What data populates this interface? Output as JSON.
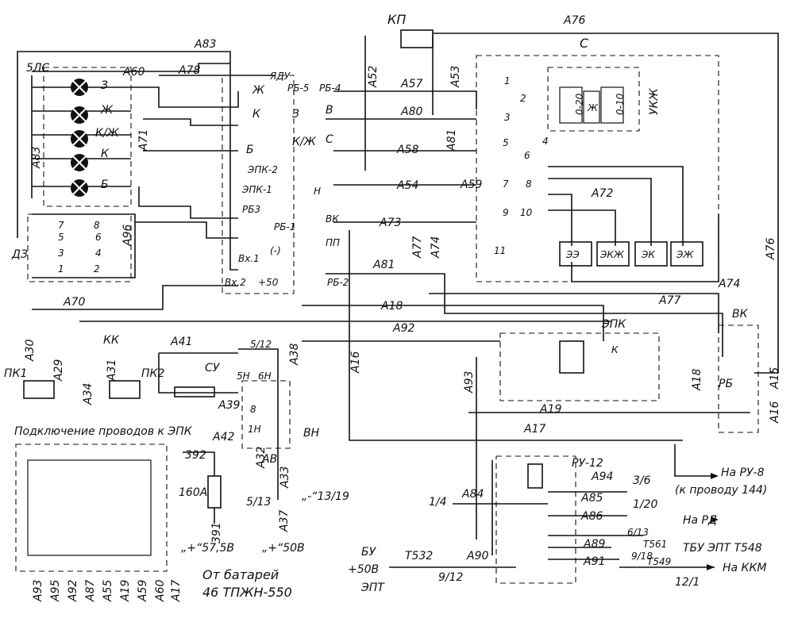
{
  "wires": {
    "A83_top": "A83",
    "A83_left": "A83",
    "A76_top": "A76",
    "A76_right": "A76",
    "A60": "A60",
    "A78": "A78",
    "A71": "A71",
    "A96": "A96",
    "A70": "A70",
    "A52": "A52",
    "A53": "A53",
    "A57": "A57",
    "A80": "A80",
    "A58": "A58",
    "A81_top": "A81",
    "A54": "A54",
    "A59": "A59",
    "A72": "A72",
    "A73": "A73",
    "A77_mid": "A77",
    "A74_mid": "A74",
    "A81_mid": "A81",
    "A74_right": "A74",
    "A77_right": "A77",
    "A18_left": "A18",
    "A92": "A92",
    "A16_left": "A16",
    "A41": "A41",
    "A39": "A39",
    "A30": "A30",
    "A29": "A29",
    "A31": "A31",
    "A34": "A34",
    "A93": "A93",
    "A19": "A19",
    "A17": "A17",
    "A18_right": "A18",
    "A15": "A15",
    "A16_right": "A16",
    "A42": "A42",
    "A32": "A32",
    "A33": "A33",
    "A37": "A37",
    "A38": "A38",
    "A84": "A84",
    "A85": "A85",
    "A86": "A86",
    "A89": "A89",
    "A91": "A91",
    "A90": "A90",
    "A94": "A94",
    "T532": "T532",
    "T561": "T561",
    "T549": "T549"
  },
  "blocks": {
    "KP": "КП",
    "C": "С",
    "5LS": "5ЛС",
    "DZ": "ДЗ",
    "YADU": "ЯДУ",
    "UKZh": "УКЖ",
    "VK": "ВК",
    "RB": "РБ",
    "EPK": "ЭПК",
    "SU": "СУ",
    "VN": "ВН",
    "AV": "АВ",
    "PK1": "ПК1",
    "PK2": "ПК2",
    "KK": "КК",
    "RU12": "РУ-12",
    "BU": "БУ",
    "EPT": "ЭПТ",
    "ee": "ЭЭ",
    "ekzh": "ЭКЖ",
    "ek": "ЭК",
    "ezh": "ЭЖ",
    "fuse": "160А",
    "ampmeter1": "0-20",
    "ampmeter2": "0-10",
    "zh_meter": "Ж"
  },
  "lamps": [
    "З",
    "Ж",
    "К/Ж",
    "К",
    "Б"
  ],
  "terminals": {
    "Zh": "Ж",
    "K": "К",
    "B": "Б",
    "Z": "З",
    "KZh": "К/Ж",
    "V": "В",
    "S": "С",
    "RB5": "РБ-5",
    "RB4": "РБ-4",
    "EPK2": "ЭПК-2",
    "EPK1": "ЭПК-1",
    "N": "Н",
    "RB3": "РБ3",
    "RB1": "РБ-1",
    "VK": "ВК",
    "PP": "ПП",
    "Vx1": "Вх.1",
    "Vx2": "Вх.2",
    "plus50": "+50",
    "minus": "(-)",
    "RB2": "РБ-2",
    "n5_12": "5/12",
    "n5N": "5Н",
    "n6N": "6Н",
    "n8": "8",
    "n1N": "1Н",
    "n392": "392",
    "n391": "391",
    "n5_13": "5/13",
    "n13_19": "„-“13/19",
    "n1_4": "1/4",
    "n3_6": "3/6",
    "n1_20": "1/20",
    "n6_13": "6/13",
    "n9_18": "9/18",
    "n9_12": "9/12",
    "n12_1": "12/1",
    "c1": "1",
    "c2": "2",
    "c3": "3",
    "c4": "4",
    "c5": "5",
    "c6": "6",
    "c7": "7",
    "c8": "8",
    "c9": "9",
    "c10": "10",
    "c11": "11",
    "d1": "1",
    "d2": "2",
    "d3": "3",
    "d4": "4",
    "d5": "5",
    "d6": "6",
    "d7": "7",
    "d8": "8"
  },
  "captions": {
    "connect": "Подключение проводов к ЭПК",
    "v575": "„+“57,5В",
    "v50": "„+“50В",
    "battery1": "От батарей",
    "battery2": "46 ТПЖН-550",
    "to_ru8": "На РУ-8",
    "wire144": "(к проводу 144)",
    "to_rd": "На РД",
    "tbu": "ТБУ ЭПТ Т548",
    "to_kkm": "На ККМ",
    "plus50v": "+50В"
  },
  "bottom_terminals": [
    "А93",
    "А95",
    "А92",
    "А87",
    "А55",
    "А19",
    "А59",
    "А60",
    "А17"
  ]
}
